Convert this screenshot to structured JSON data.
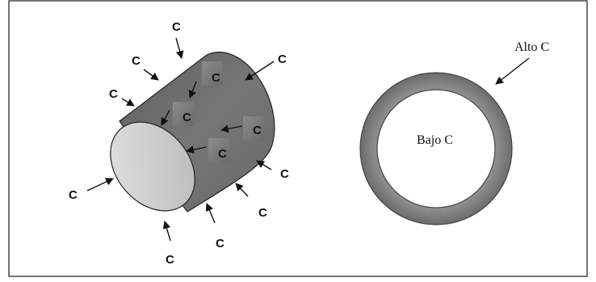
{
  "diagram": {
    "colors": {
      "frame": "#1a1a1a",
      "cylinder_body": "#6f6f6f",
      "cylinder_face": "#d2d2d2",
      "ring": "#777777",
      "arrow": "#111111"
    },
    "outer_c_label": "C",
    "inner_c_label": "C",
    "ring": {
      "outer_label": "Alto C",
      "inner_label": "Bajo C"
    }
  }
}
